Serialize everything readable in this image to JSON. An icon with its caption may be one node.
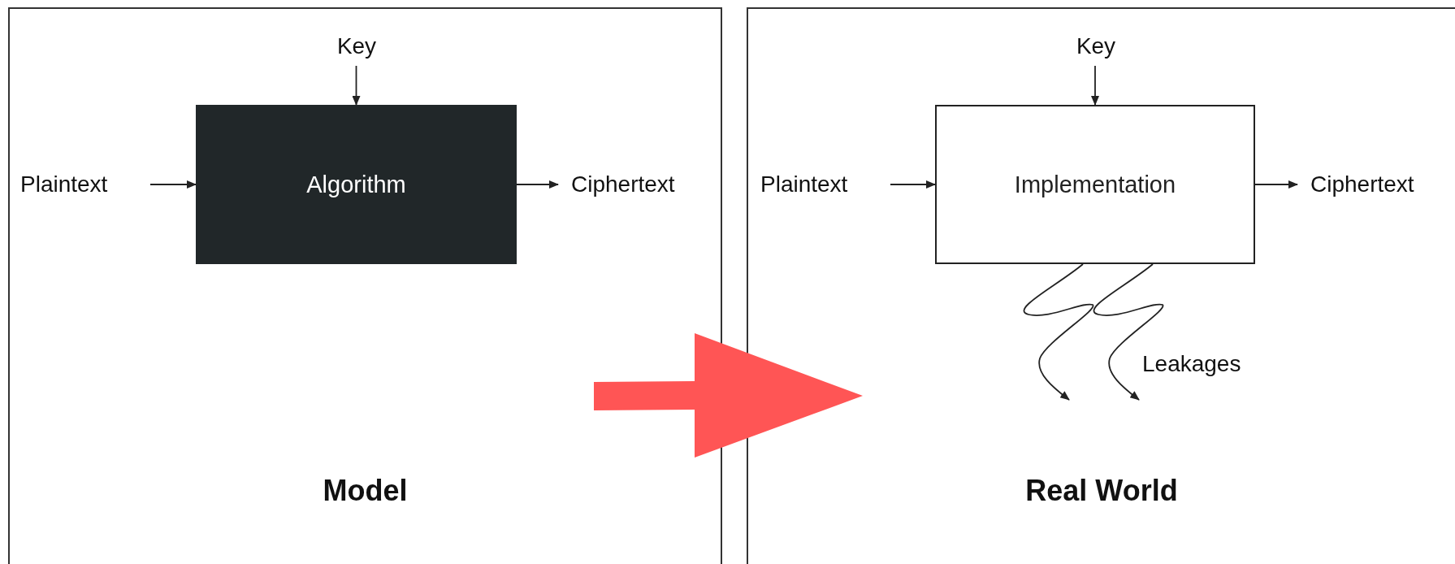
{
  "diagram": {
    "nodes": [
      {
        "text": [
          "Model"
        ]
      },
      {
        "text": [
          "Key"
        ],
        "in": 0
      },
      {
        "text": [
          "Plaintext"
        ],
        "in": 0
      },
      {
        "text": [
          "Algorithm"
        ],
        "in": 0
      },
      {
        "text": [
          "Ciphertext"
        ],
        "in": 0
      },
      {
        "text": [
          "Real World"
        ]
      },
      {
        "text": [
          "Key"
        ],
        "in": 5
      },
      {
        "text": [
          "Plaintext"
        ],
        "in": 5
      },
      {
        "text": [
          "Implementation"
        ],
        "in": 5
      },
      {
        "text": [
          "Ciphertext"
        ],
        "in": 5
      }
    ],
    "edges": [
      {
        "from": 1,
        "to": 3,
        "arrow": "to"
      },
      {
        "from": 2,
        "to": 3,
        "arrow": "to"
      },
      {
        "from": 3,
        "to": 4,
        "arrow": "to"
      },
      {
        "from": 6,
        "to": 8,
        "arrow": "to"
      },
      {
        "from": 7,
        "to": 8,
        "arrow": "to"
      },
      {
        "from": 8,
        "to": 9,
        "arrow": "to"
      },
      {
        "from": 8,
        "to": null,
        "arrow": "to"
      },
      {
        "from": 8,
        "to": null,
        "arrow": "to",
        "label": "Leakages"
      }
    ]
  }
}
